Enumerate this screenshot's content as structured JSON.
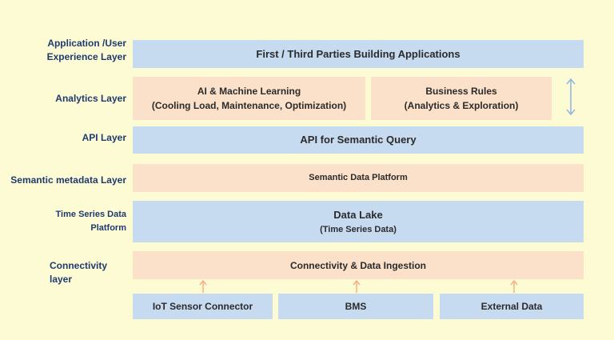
{
  "layers": {
    "app": "Application /User Experience Layer",
    "app_l1": "Application /User",
    "app_l2": "Experience Layer",
    "analytics": "Analytics Layer",
    "api": "API Layer",
    "semantic": "Semantic metadata Layer",
    "ts_l1": "Time Series Data",
    "ts_l2": "Platform",
    "conn_l1": "Connectivity",
    "conn_l2": "layer"
  },
  "boxes": {
    "app": "First / Third Parties Building Applications",
    "ai_title": "AI & Machine Learning",
    "ai_sub": "(Cooling Load, Maintenance, Optimization)",
    "rules_title": "Business Rules",
    "rules_sub": "(Analytics & Exploration)",
    "api": "API for Semantic Query",
    "semantic": "Semantic Data Platform",
    "lake_title": "Data Lake",
    "lake_sub": "(Time Series Data)",
    "ingestion": "Connectivity & Data Ingestion",
    "iot": "IoT Sensor Connector",
    "bms": "BMS",
    "external": "External Data"
  },
  "colors": {
    "background": "#fdfbd3",
    "blue_box": "#c6daf0",
    "orange_box": "#fbe1c9",
    "label_text": "#1f3a6e",
    "arrow_orange": "#f4b183",
    "arrow_blue": "#8fb4e3"
  },
  "icons": {
    "double_arrow": "double-vertical-arrow-icon",
    "up_arrow": "up-arrow-icon"
  }
}
